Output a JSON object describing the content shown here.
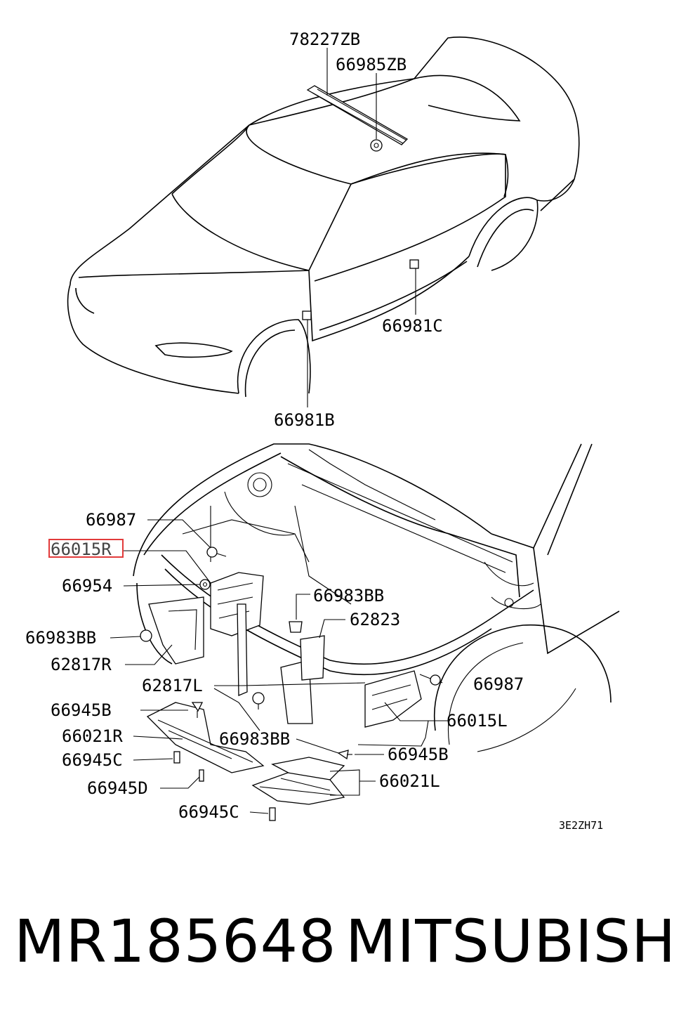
{
  "labels": {
    "l78227ZB": "78227ZB",
    "l66985ZB": "66985ZB",
    "l66981C": "66981C",
    "l66981B": "66981B",
    "l66987a": "66987",
    "l66015R": "66015R",
    "l66954": "66954",
    "l66983BBa": "66983BB",
    "l62823": "62823",
    "l66983BBb": "66983BB",
    "l62817R": "62817R",
    "l62817L": "62817L",
    "l66987b": "66987",
    "l66945Ba": "66945B",
    "l66015L": "66015L",
    "l66021R": "66021R",
    "l66983BBc": "66983BB",
    "l66945Bb": "66945B",
    "l66945Ca": "66945C",
    "l66945D": "66945D",
    "l66021L": "66021L",
    "l66945Cb": "66945C",
    "code": "3E2ZH71"
  },
  "highlight": {
    "color": "#e23b3b",
    "label": "66015R"
  },
  "caption": {
    "part_number": "MR185648",
    "brand": "MITSUBISHI"
  }
}
